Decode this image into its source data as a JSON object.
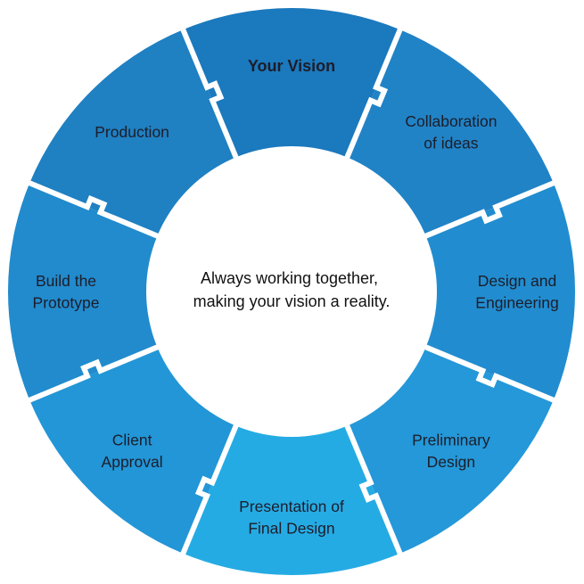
{
  "center": {
    "lines": [
      "Always working together,",
      "making your vision a reality."
    ]
  },
  "segments": [
    {
      "id": "your-vision",
      "lines": [
        "Your Vision"
      ],
      "color": "#1b79bd",
      "bold": true
    },
    {
      "id": "collaboration",
      "lines": [
        "Collaboration",
        "of ideas"
      ],
      "color": "#2083c6",
      "bold": false
    },
    {
      "id": "design-engineering",
      "lines": [
        "Design and",
        "Engineering"
      ],
      "color": "#218dd0",
      "bold": false
    },
    {
      "id": "preliminary-design",
      "lines": [
        "Preliminary",
        "Design"
      ],
      "color": "#2498d8",
      "bold": false
    },
    {
      "id": "final-design",
      "lines": [
        "Presentation of",
        "Final Design"
      ],
      "color": "#25abe4",
      "bold": false
    },
    {
      "id": "client-approval",
      "lines": [
        "Client",
        "Approval"
      ],
      "color": "#2296d6",
      "bold": false
    },
    {
      "id": "build-prototype",
      "lines": [
        "Build the",
        "Prototype"
      ],
      "color": "#218bcd",
      "bold": false
    },
    {
      "id": "production",
      "lines": [
        "Production"
      ],
      "color": "#1f80c2",
      "bold": false
    }
  ],
  "colors": {
    "gap": "#ffffff",
    "center_fill": "#ffffff"
  }
}
